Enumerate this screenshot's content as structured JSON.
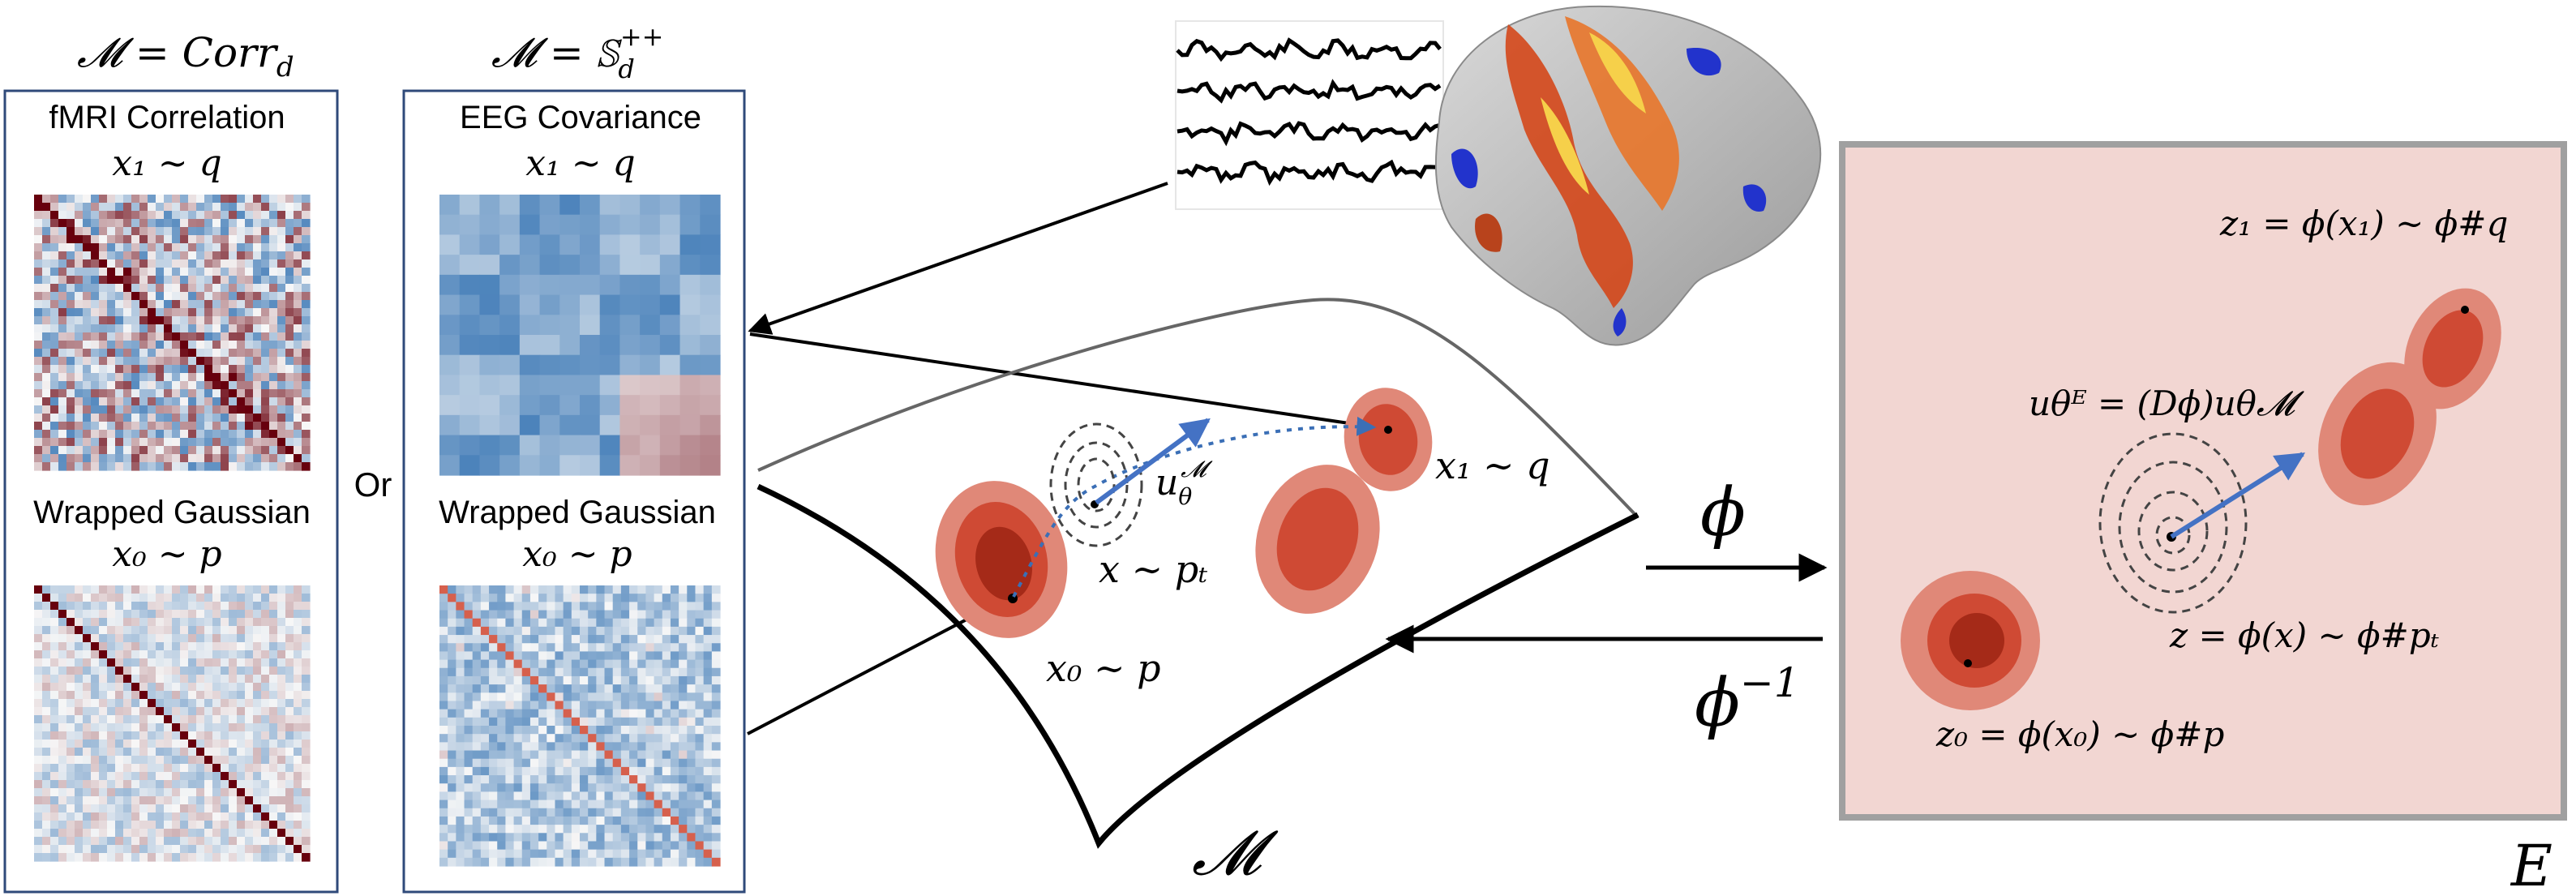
{
  "panels": {
    "fmri": {
      "title": "fMRI Correlation",
      "header_math": "𝓜 = Corr",
      "header_sub": "d",
      "target": "x₁ ∼ q",
      "source_label": "Wrapped Gaussian",
      "source_math": "x₀ ∼ p"
    },
    "eeg": {
      "title": "EEG Covariance",
      "header_math": "𝓜 = 𝕊",
      "header_sub": "d",
      "header_sup": "++",
      "target": "x₁ ∼ q",
      "source_label": "Wrapped Gaussian",
      "source_math": "x₀ ∼ p"
    },
    "or_label": "Or"
  },
  "manifold": {
    "label": "𝓜",
    "x1_label": "x₁ ∼ q",
    "xt_label": "x ∼ pₜ",
    "x0_label": "x₀ ∼ p",
    "velocity_label": "u",
    "velocity_sub": "θ",
    "velocity_sup": "𝓜"
  },
  "maps": {
    "forward": "ϕ",
    "inverse": "ϕ",
    "inverse_sup": "−1"
  },
  "euclidean": {
    "label": "E",
    "z1_label": "z₁ = ϕ(x₁) ∼ ϕ#q",
    "z_label": "z = ϕ(x) ∼ ϕ#pₜ",
    "z0_label": "z₀ = ϕ(x₀) ∼ ϕ#p",
    "velocity_label": "uθᴱ = (Dϕ)uθ𝓜"
  },
  "colors": {
    "panel_border": "#2f4a7a",
    "euclid_fill": "#f2d6d2",
    "euclid_border": "#a0a0a0",
    "blob_outer": "#e08878",
    "blob_mid": "#cf4a34",
    "blob_inner": "#a52a18",
    "velocity_arrow": "#4472c4",
    "flow_path": "#3b6fb6"
  }
}
